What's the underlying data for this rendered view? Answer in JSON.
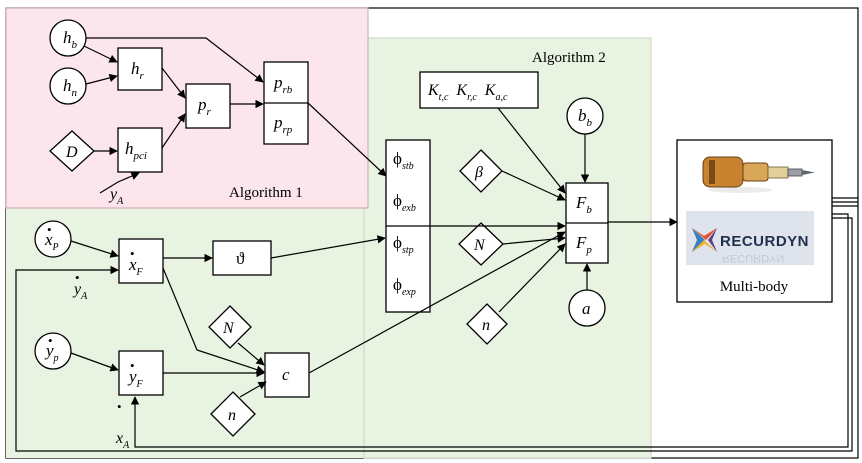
{
  "algorithm1": {
    "title": "Algorithm 1",
    "color": "#fce4ec",
    "nodes": {
      "h_b": {
        "base": "h",
        "sub": "b"
      },
      "h_n": {
        "base": "h",
        "sub": "n"
      },
      "D": {
        "base": "D",
        "sub": ""
      },
      "h_r": {
        "base": "h",
        "sub": "r"
      },
      "h_pci": {
        "base": "h",
        "sub": "pci"
      },
      "p_r": {
        "base": "p",
        "sub": "r"
      },
      "p_rb": {
        "base": "p",
        "sub": "rb"
      },
      "p_rp": {
        "base": "p",
        "sub": "rp"
      },
      "y_A": {
        "base": "y",
        "sub": "A"
      }
    }
  },
  "algorithm2": {
    "title": "Algorithm 2",
    "color": "#e8f3e2",
    "phi": {
      "symbol": "ϕ",
      "subs": [
        "stb",
        "exb",
        "stp",
        "exp"
      ]
    },
    "k": [
      {
        "base": "K",
        "sub": "t,c"
      },
      {
        "base": "K",
        "sub": "r,c"
      },
      {
        "base": "K",
        "sub": "a,c"
      }
    ],
    "b_b": {
      "base": "b",
      "sub": "b"
    },
    "beta": "β",
    "N": "N",
    "n": "n",
    "a": "a",
    "F_b": {
      "base": "F",
      "sub": "b"
    },
    "F_p": {
      "base": "F",
      "sub": "p"
    }
  },
  "inputs": {
    "x_P": {
      "base": "x",
      "sub": "P",
      "dot": "•"
    },
    "y_A": {
      "base": "y",
      "sub": "A",
      "dot": "•"
    },
    "x_F": {
      "base": "x",
      "sub": "F",
      "dot": "•"
    },
    "theta": "ϑ",
    "y_p": {
      "base": "y",
      "sub": "p",
      "dot": "•"
    },
    "y_F": {
      "base": "y",
      "sub": "F",
      "dot": "•"
    },
    "N": "N",
    "n": "n",
    "c": "c",
    "x_A": {
      "base": "x",
      "sub": "A",
      "dot": "•"
    }
  },
  "multibody": {
    "label": "Multi-body",
    "logo_text": "RECURDYN"
  }
}
